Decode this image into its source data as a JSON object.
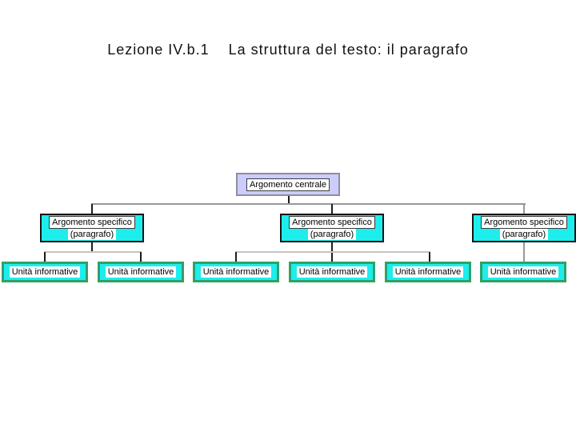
{
  "slide": {
    "title_part1": "Lezione IV.b.1",
    "title_part2": "La struttura del testo: il paragrafo"
  },
  "diagram": {
    "type": "org-chart",
    "root": {
      "label": "Argomento centrale"
    },
    "specific": [
      {
        "line1": "Argomento specifico",
        "line2": "(paragrafo)",
        "children_units": [
          0,
          1
        ]
      },
      {
        "line1": "Argomento specifico",
        "line2": "(paragrafo)",
        "children_units": [
          2,
          3,
          4
        ]
      },
      {
        "line1": "Argomento specifico",
        "line2": "(paragrafo)",
        "children_units": [
          5
        ]
      }
    ],
    "units": [
      {
        "label": "Unità informative"
      },
      {
        "label": "Unità informative"
      },
      {
        "label": "Unità informative"
      },
      {
        "label": "Unità informative"
      },
      {
        "label": "Unità informative"
      },
      {
        "label": "Unità informative"
      }
    ],
    "colors": {
      "root_fill": "#CCCCFF",
      "root_border": "#8E8E9E",
      "box_fill": "#1EEDED",
      "specific_border": "#151515",
      "unit_border": "#2EA266",
      "connector_horizontal": "#989898",
      "connector_vertical": "#1C1C1C"
    }
  }
}
